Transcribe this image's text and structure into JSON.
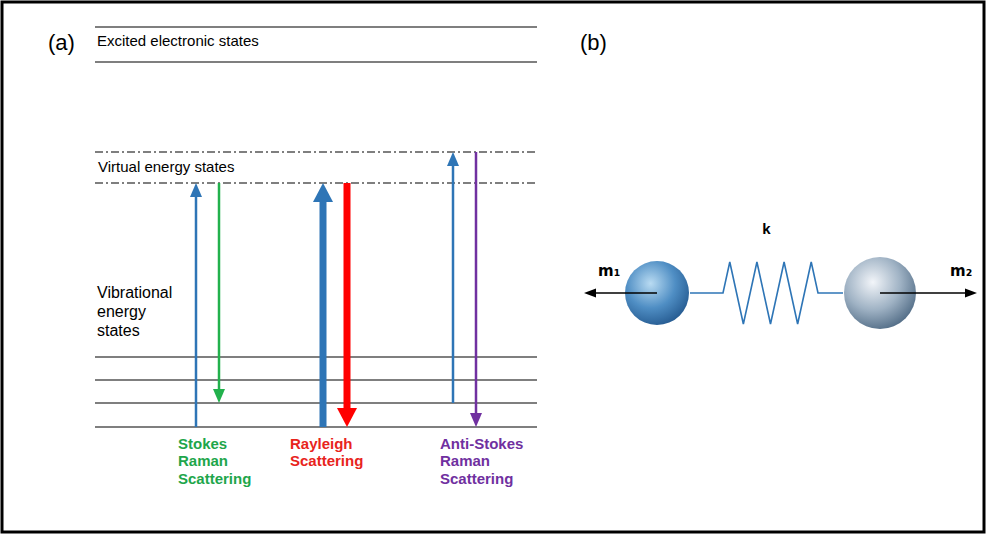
{
  "diagram": {
    "nodes": [
      {
        "text": [
          "m₁"
        ]
      },
      {
        "text": [
          "m₂"
        ]
      }
    ],
    "edges": [
      {
        "from": 0,
        "to": 1,
        "arrow": "none",
        "label": "k"
      }
    ],
    "labels": [
      "(a)",
      "Excited electronic states",
      "Virtual energy states",
      "Vibrational energy states",
      "Stokes Raman Scattering",
      "Rayleigh Scattering",
      "Anti-Stokes Raman Scattering",
      "(b)"
    ]
  }
}
